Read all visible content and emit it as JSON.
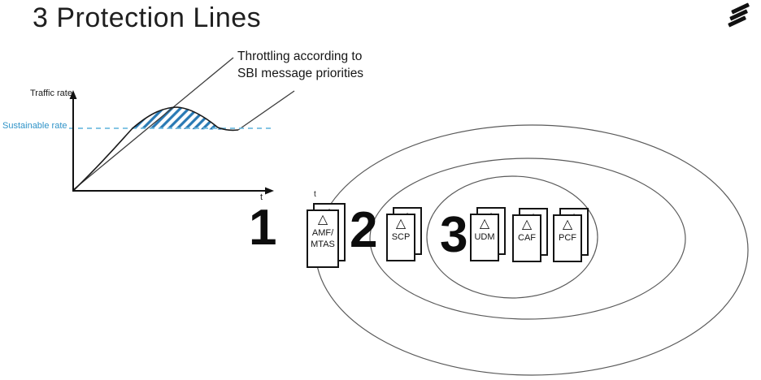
{
  "slide": {
    "title": "3 Protection Lines",
    "logo": "ericsson-logo"
  },
  "chart": {
    "y_axis_label": "Traffic rate",
    "x_axis_label": "t",
    "sustainable_rate_label": "Sustainable rate",
    "annotation_line1": "Throttling according to",
    "annotation_line2": "SBI message priorities"
  },
  "chart_data": {
    "type": "line",
    "title": "",
    "xlabel": "t",
    "ylabel": "Traffic rate",
    "axes": {
      "x_range": [
        0,
        1
      ],
      "y_range": [
        0,
        2.2
      ],
      "grid": false
    },
    "reference_line": {
      "label": "Sustainable rate",
      "value": 1.0,
      "style": "dashed",
      "color": "#74bde0"
    },
    "series": [
      {
        "name": "offered-load-line",
        "style": "straight",
        "x": [
          0,
          0.82
        ],
        "y": [
          0,
          2.1
        ]
      },
      {
        "name": "actual-traffic-curve",
        "style": "curve",
        "x": [
          0,
          0.12,
          0.21,
          0.3,
          0.41,
          0.53,
          0.64,
          0.73,
          0.84,
          1.0
        ],
        "y": [
          0,
          0.45,
          0.69,
          1.0,
          1.23,
          1.34,
          1.19,
          1.01,
          0.97,
          1.6
        ]
      }
    ],
    "shaded_region": {
      "name": "throttled-traffic",
      "between": [
        "actual-traffic-curve",
        "sustainable-rate"
      ],
      "x_range": [
        0.3,
        0.84
      ],
      "fill": "blue-diagonal-hatch"
    },
    "annotation": "Throttling according to SBI message priorities",
    "legend_position": "none"
  },
  "icons": {
    "warning_triangle": "△"
  },
  "diagram": {
    "stray_label": "t",
    "rings": [
      {
        "number": "1",
        "functions": [
          {
            "name": "amf-mtas",
            "lines": [
              "AMF/",
              "MTAS"
            ]
          }
        ]
      },
      {
        "number": "2",
        "functions": [
          {
            "name": "scp",
            "lines": [
              "SCP"
            ]
          }
        ]
      },
      {
        "number": "3",
        "functions": [
          {
            "name": "udm",
            "lines": [
              "UDM"
            ]
          },
          {
            "name": "caf",
            "lines": [
              "CAF"
            ]
          },
          {
            "name": "pcf",
            "lines": [
              "PCF"
            ]
          }
        ]
      }
    ]
  },
  "colors": {
    "hatch_blue": "#2879b4",
    "dashed_blue": "#74bde0",
    "sustainable_text_blue": "#2f93c8",
    "line_gray": "#3d3d3d",
    "ellipse_gray": "#5a5a5a",
    "ink_black": "#141414"
  }
}
